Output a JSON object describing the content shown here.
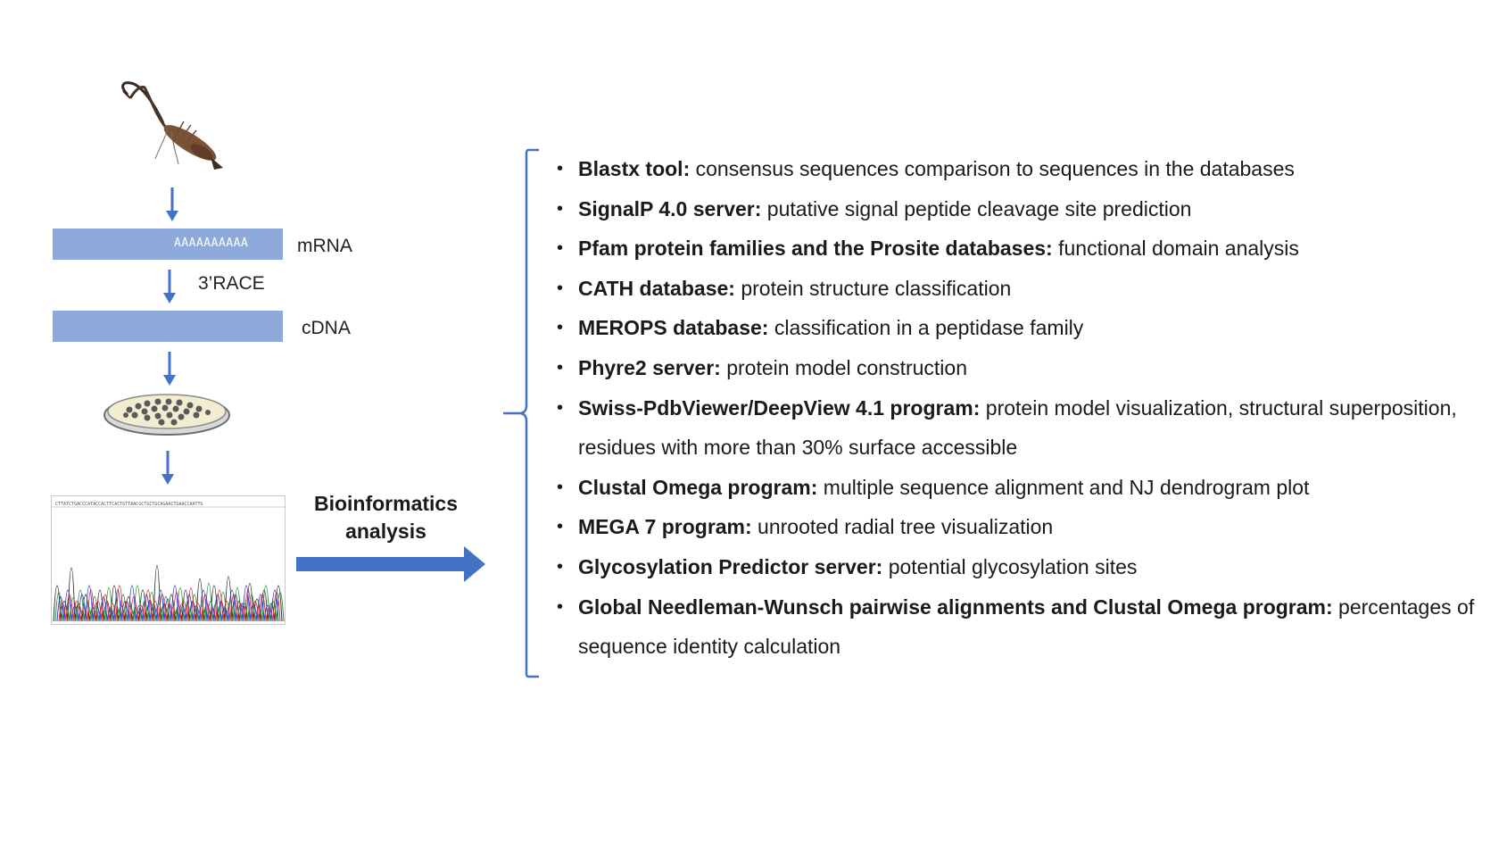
{
  "left_panel": {
    "mrna_sequence": "AAAAAAAAAA",
    "mrna_label": "mRNA",
    "race_label": "3’RACE",
    "cdna_label": "cDNA",
    "bioinformatics_label_line1": "Bioinformatics",
    "bioinformatics_label_line2": "analysis"
  },
  "colors": {
    "arrow": "#4472c4",
    "bar": "#8eaadb",
    "bracket": "#4472c4"
  },
  "tools": [
    {
      "name": "Blastx tool:",
      "desc": " consensus sequences comparison to sequences in the databases"
    },
    {
      "name": "SignalP 4.0 server:",
      "desc": " putative signal peptide cleavage site prediction"
    },
    {
      "name": "Pfam protein families and the Prosite databases:",
      "desc": " functional domain analysis"
    },
    {
      "name": "CATH database:",
      "desc": " protein structure classification"
    },
    {
      "name": "MEROPS database:",
      "desc": " classification in a peptidase family"
    },
    {
      "name": "Phyre2 server:",
      "desc": " protein model construction"
    },
    {
      "name": "Swiss-PdbViewer/DeepView 4.1 program:",
      "desc": " protein model visualization, structural superposition, residues with more than 30% surface accessible"
    },
    {
      "name": "Clustal Omega program:",
      "desc": " multiple sequence alignment and NJ dendrogram plot"
    },
    {
      "name": "MEGA 7 program:",
      "desc": " unrooted radial tree visualization"
    },
    {
      "name": "Glycosylation Predictor server:",
      "desc": " potential glycosylation sites"
    },
    {
      "name": "Global Needleman-Wunsch pairwise alignments and Clustal Omega program:",
      "desc": " percentages of sequence identity calculation"
    }
  ]
}
